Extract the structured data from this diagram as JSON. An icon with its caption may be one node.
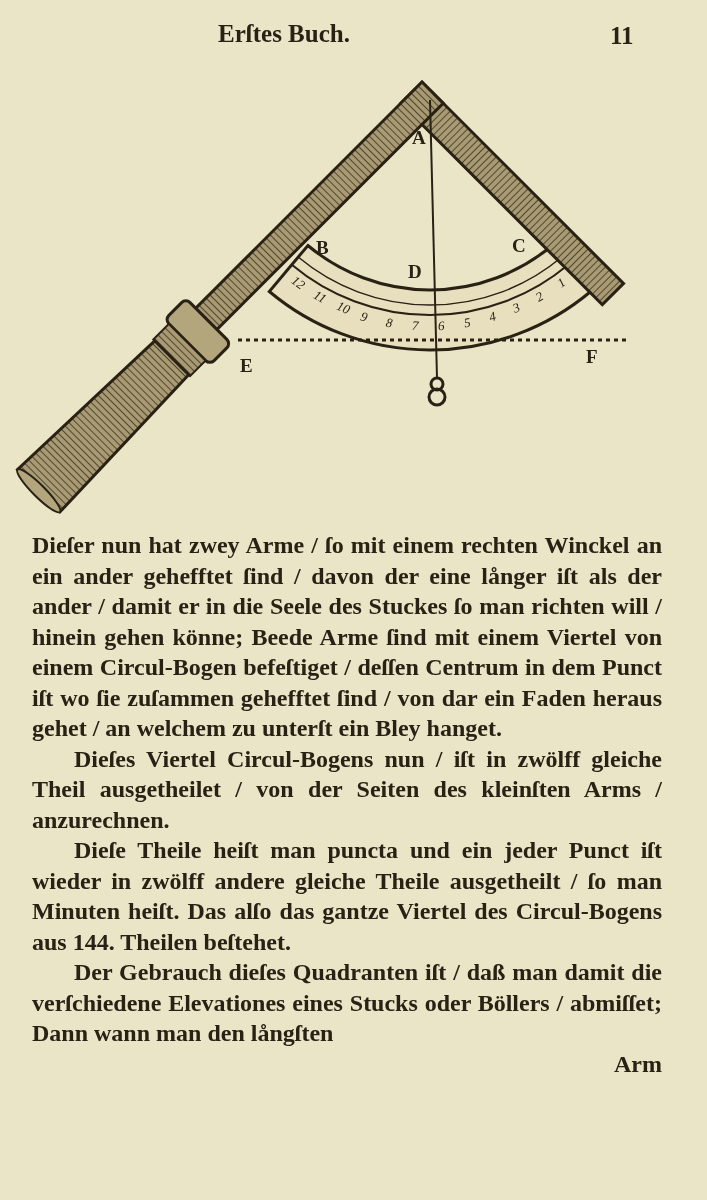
{
  "diagram": {
    "title": "Erſtes Buch.",
    "labels": [
      "11",
      "A",
      "B",
      "D",
      "C",
      "12",
      "11",
      "10",
      "9",
      "8",
      "7",
      "6",
      "5",
      "4",
      "3",
      "2",
      "1",
      "E",
      "F",
      "Dieſer nun hat zwey Arme / ſo mit einem rechten Winckel an ein ander gehefftet ſind / davon der eine långer iſt als der ander / damit er in die Seele des Stuckes ſo man richten will / hinein gehen könne; Beede Arme ſind mit einem Viertel von einem Circul-Bogen befeſtiget / deſſen Centrum in dem Punct iſt wo ſie zuſammen gehefftet ſind / von dar ein Faden heraus gehet / an welchem zu unterſt ein Bley hanget.",
      "Dieſes Viertel Circul-Bogens nun / iſt in zwölff gleiche Theil ausgetheilet / von der Seiten des kleinſten Arms / anzurechnen.",
      "Dieſe Theile heiſt man puncta und ein jeder Punct iſt wieder in zwölff andere gleiche Theile ausgetheilt / ſo man Minuten heiſt. Das alſo das gantze Viertel des Circul-Bogens aus 144. Theilen beſtehet.",
      "Der Gebrauch dieſes Quadranten iſt / daß man damit die verſchiedene Elevationes eines Stucks oder Böllers / abmiſſet; Dann wann man den långſten",
      "Arm"
    ]
  }
}
